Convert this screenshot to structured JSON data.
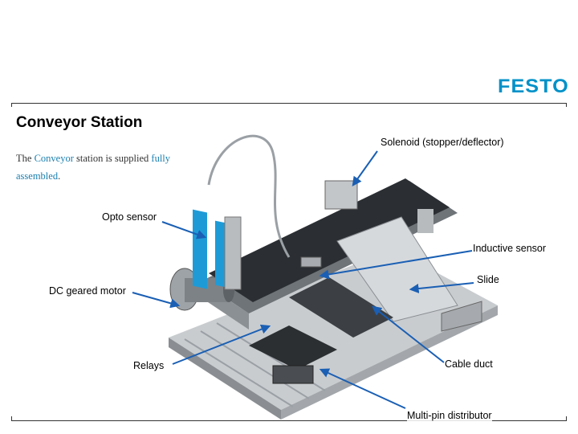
{
  "brand": {
    "logo_text": "FESTO",
    "brand_color": "#0091c8"
  },
  "slide": {
    "title": "Conveyor Station",
    "description": {
      "part1": "The ",
      "highlight1": "Conveyor",
      "part2": " station is supplied ",
      "highlight2": "fully assembled",
      "part3": "."
    }
  },
  "callouts": {
    "solenoid": "Solenoid (stopper/deflector)",
    "opto": "Opto sensor",
    "inductive": "Inductive sensor",
    "slide": "Slide",
    "motor": "DC geared motor",
    "relays": "Relays",
    "cable_duct": "Cable duct",
    "distributor": "Multi-pin distributor"
  },
  "colors": {
    "arrow": "#1a5fb4",
    "accent_blue": "#1e9bd7"
  }
}
